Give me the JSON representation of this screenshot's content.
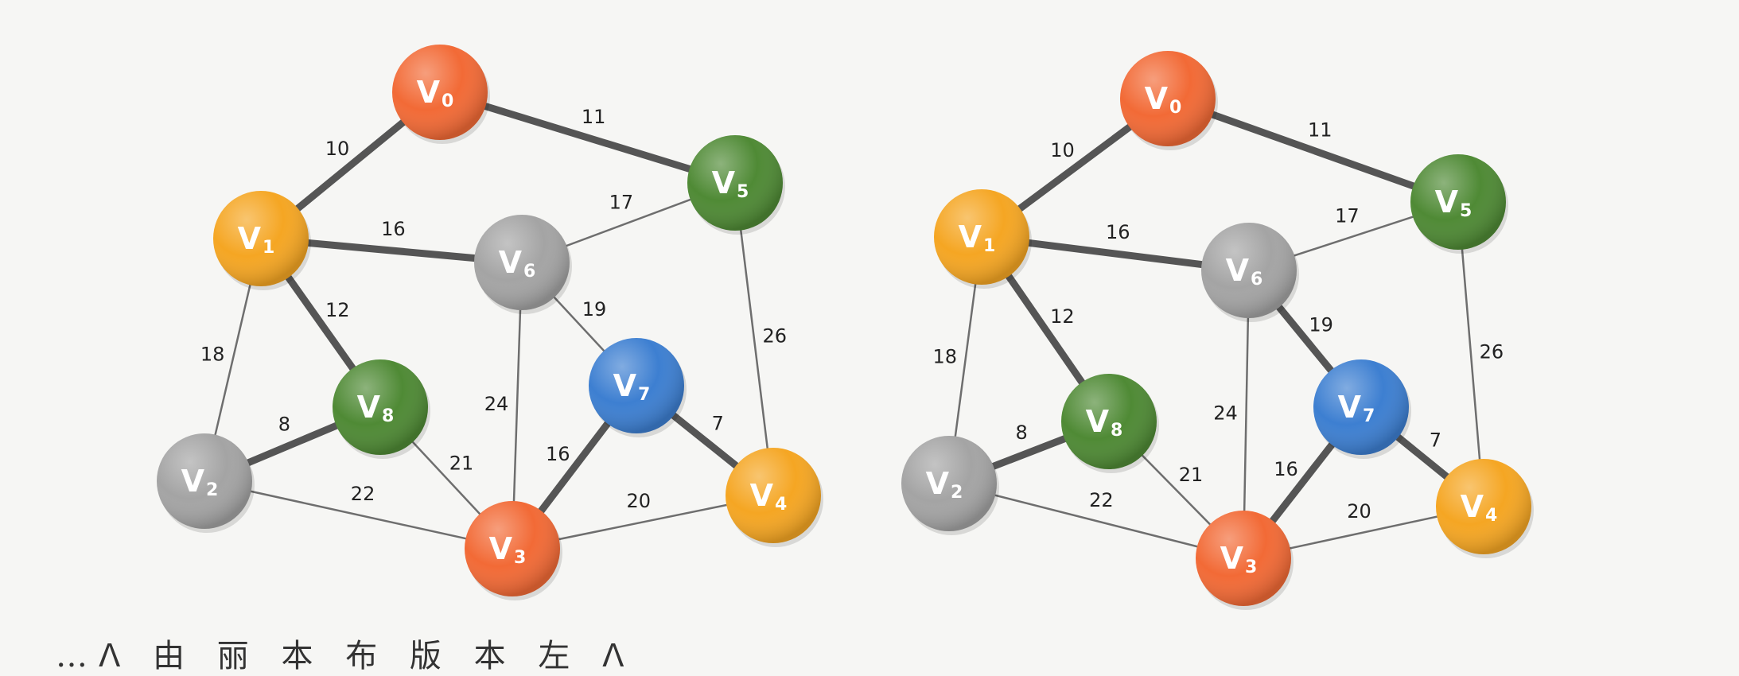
{
  "colors": {
    "orange": "#f26a36",
    "yellow": "#f5a623",
    "green": "#4f8a35",
    "gray": "#a4a4a4",
    "blue": "#3d7fd1",
    "edge_thick": "#555555",
    "edge_thin": "#6e6e6e"
  },
  "graphs": [
    {
      "nodes": [
        {
          "id": "V0",
          "label": "V",
          "sub": "0",
          "color": "orange"
        },
        {
          "id": "V1",
          "label": "V",
          "sub": "1",
          "color": "yellow"
        },
        {
          "id": "V2",
          "label": "V",
          "sub": "2",
          "color": "gray"
        },
        {
          "id": "V3",
          "label": "V",
          "sub": "3",
          "color": "orange"
        },
        {
          "id": "V4",
          "label": "V",
          "sub": "4",
          "color": "yellow"
        },
        {
          "id": "V5",
          "label": "V",
          "sub": "5",
          "color": "green"
        },
        {
          "id": "V6",
          "label": "V",
          "sub": "6",
          "color": "gray"
        },
        {
          "id": "V7",
          "label": "V",
          "sub": "7",
          "color": "blue"
        },
        {
          "id": "V8",
          "label": "V",
          "sub": "8",
          "color": "green"
        }
      ],
      "edges": [
        {
          "from": "V0",
          "to": "V1",
          "weight": "10",
          "thick": true
        },
        {
          "from": "V0",
          "to": "V5",
          "weight": "11",
          "thick": true
        },
        {
          "from": "V1",
          "to": "V6",
          "weight": "16",
          "thick": true
        },
        {
          "from": "V5",
          "to": "V6",
          "weight": "17",
          "thick": false
        },
        {
          "from": "V1",
          "to": "V8",
          "weight": "12",
          "thick": true
        },
        {
          "from": "V1",
          "to": "V2",
          "weight": "18",
          "thick": false
        },
        {
          "from": "V6",
          "to": "V7",
          "weight": "19",
          "thick": false
        },
        {
          "from": "V5",
          "to": "V4",
          "weight": "26",
          "thick": false
        },
        {
          "from": "V2",
          "to": "V8",
          "weight": "8",
          "thick": true
        },
        {
          "from": "V6",
          "to": "V3",
          "weight": "24",
          "thick": false
        },
        {
          "from": "V7",
          "to": "V4",
          "weight": "7",
          "thick": true
        },
        {
          "from": "V7",
          "to": "V3",
          "weight": "16",
          "thick": true
        },
        {
          "from": "V8",
          "to": "V3",
          "weight": "21",
          "thick": false
        },
        {
          "from": "V2",
          "to": "V3",
          "weight": "22",
          "thick": false
        },
        {
          "from": "V3",
          "to": "V4",
          "weight": "20",
          "thick": false
        }
      ]
    },
    {
      "nodes": [
        {
          "id": "V0",
          "label": "V",
          "sub": "0",
          "color": "orange"
        },
        {
          "id": "V1",
          "label": "V",
          "sub": "1",
          "color": "yellow"
        },
        {
          "id": "V2",
          "label": "V",
          "sub": "2",
          "color": "gray"
        },
        {
          "id": "V3",
          "label": "V",
          "sub": "3",
          "color": "orange"
        },
        {
          "id": "V4",
          "label": "V",
          "sub": "4",
          "color": "yellow"
        },
        {
          "id": "V5",
          "label": "V",
          "sub": "5",
          "color": "green"
        },
        {
          "id": "V6",
          "label": "V",
          "sub": "6",
          "color": "gray"
        },
        {
          "id": "V7",
          "label": "V",
          "sub": "7",
          "color": "blue"
        },
        {
          "id": "V8",
          "label": "V",
          "sub": "8",
          "color": "green"
        }
      ],
      "edges": [
        {
          "from": "V0",
          "to": "V1",
          "weight": "10",
          "thick": true
        },
        {
          "from": "V0",
          "to": "V5",
          "weight": "11",
          "thick": true
        },
        {
          "from": "V1",
          "to": "V6",
          "weight": "16",
          "thick": true
        },
        {
          "from": "V5",
          "to": "V6",
          "weight": "17",
          "thick": false
        },
        {
          "from": "V1",
          "to": "V8",
          "weight": "12",
          "thick": true
        },
        {
          "from": "V1",
          "to": "V2",
          "weight": "18",
          "thick": false
        },
        {
          "from": "V6",
          "to": "V7",
          "weight": "19",
          "thick": true
        },
        {
          "from": "V5",
          "to": "V4",
          "weight": "26",
          "thick": false
        },
        {
          "from": "V2",
          "to": "V8",
          "weight": "8",
          "thick": true
        },
        {
          "from": "V6",
          "to": "V3",
          "weight": "24",
          "thick": false
        },
        {
          "from": "V7",
          "to": "V4",
          "weight": "7",
          "thick": true
        },
        {
          "from": "V7",
          "to": "V3",
          "weight": "16",
          "thick": true
        },
        {
          "from": "V8",
          "to": "V3",
          "weight": "21",
          "thick": false
        },
        {
          "from": "V2",
          "to": "V3",
          "weight": "22",
          "thick": false
        },
        {
          "from": "V3",
          "to": "V4",
          "weight": "20",
          "thick": false
        }
      ]
    }
  ],
  "bottom_text": "…ᐱ 由 丽 本 布 版 本 左 ᐱ"
}
